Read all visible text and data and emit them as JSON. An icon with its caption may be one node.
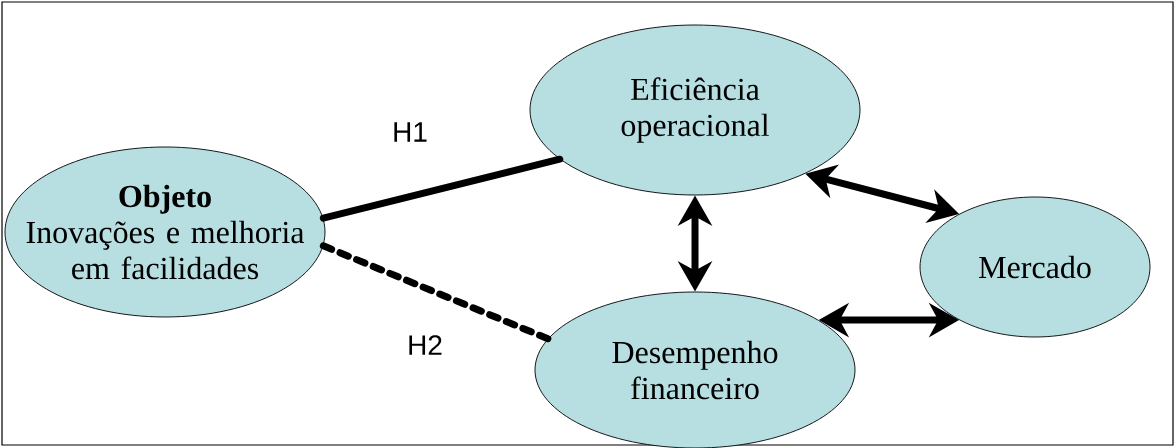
{
  "diagram": {
    "nodes": [
      {
        "text": [
          "Objeto",
          "Inovações e melhoria em facilidades"
        ]
      },
      {
        "text": [
          "Eficiência operacional"
        ]
      },
      {
        "text": [
          "Desempenho financeiro"
        ]
      },
      {
        "text": [
          "Mercado"
        ]
      }
    ],
    "edges": [
      {
        "from": 0,
        "to": 1,
        "arrow": "none",
        "label": "H1"
      },
      {
        "from": 0,
        "to": 2,
        "arrow": "none",
        "label": "H2",
        "style": "dashed"
      },
      {
        "from": 1,
        "to": 2,
        "arrow": "both"
      },
      {
        "from": 1,
        "to": 3,
        "arrow": "both"
      },
      {
        "from": 2,
        "to": 3,
        "arrow": "both"
      }
    ]
  }
}
